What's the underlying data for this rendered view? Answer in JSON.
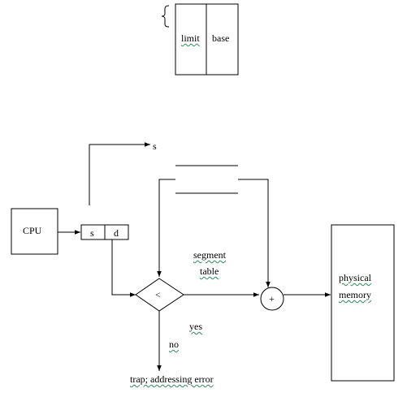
{
  "diagram": {
    "entry": {
      "limit": "limit",
      "base": "base"
    },
    "cpu": "CPU",
    "address": {
      "s": "s",
      "d": "d"
    },
    "segment_index": "s",
    "segment_table": {
      "line1": "segment",
      "line2": "table"
    },
    "comparator": "<",
    "adder": "+",
    "memory": {
      "line1": "physical",
      "line2": "memory"
    },
    "yes_label": "yes",
    "no_label": "no",
    "trap": "trap; addressing error"
  }
}
